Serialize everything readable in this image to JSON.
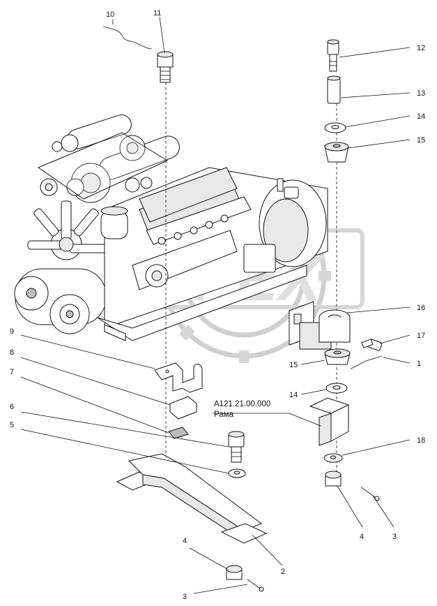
{
  "diagram": {
    "watermark": "OPEX",
    "assembly_code": "А121.21.00.000",
    "assembly_name": "Рама",
    "callouts": [
      {
        "id": "c10",
        "text": "10"
      },
      {
        "id": "c11",
        "text": "11"
      },
      {
        "id": "c12",
        "text": "12"
      },
      {
        "id": "c13",
        "text": "13"
      },
      {
        "id": "c14a",
        "text": "14"
      },
      {
        "id": "c15a",
        "text": "15"
      },
      {
        "id": "c16",
        "text": "16"
      },
      {
        "id": "c17",
        "text": "17"
      },
      {
        "id": "c1",
        "text": "1"
      },
      {
        "id": "c15b",
        "text": "15"
      },
      {
        "id": "c14b",
        "text": "14"
      },
      {
        "id": "c18",
        "text": "18"
      },
      {
        "id": "c4a",
        "text": "4"
      },
      {
        "id": "c3a",
        "text": "3"
      },
      {
        "id": "c9",
        "text": "9"
      },
      {
        "id": "c8",
        "text": "8"
      },
      {
        "id": "c7",
        "text": "7"
      },
      {
        "id": "c6",
        "text": "6"
      },
      {
        "id": "c5",
        "text": "5"
      },
      {
        "id": "c2",
        "text": "2"
      },
      {
        "id": "c4b",
        "text": "4"
      },
      {
        "id": "c3b",
        "text": "3"
      }
    ]
  }
}
